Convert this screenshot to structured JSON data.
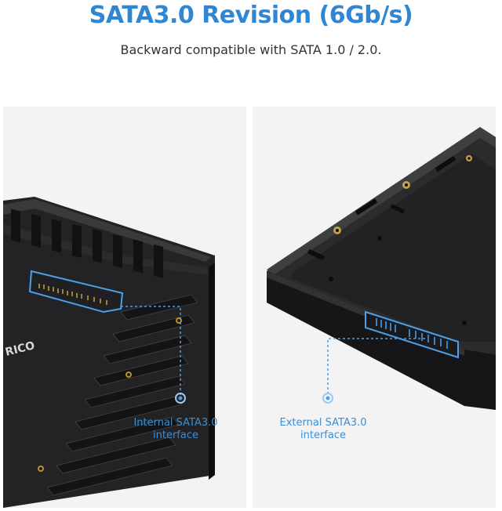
{
  "header": {
    "title": "SATA3.0 Revision (6Gb/s)",
    "subtitle": "Backward compatible with SATA 1.0 / 2.0."
  },
  "left_panel": {
    "caption_line1": "Internal SATA3.0",
    "caption_line2": "interface",
    "brand_text": "RICO"
  },
  "right_panel": {
    "caption_line1": "External SATA3.0",
    "caption_line2": "interface"
  },
  "colors": {
    "accent": "#2f86d3",
    "panel_bg": "#f3f3f3",
    "device_dark": "#1b1b1d"
  }
}
